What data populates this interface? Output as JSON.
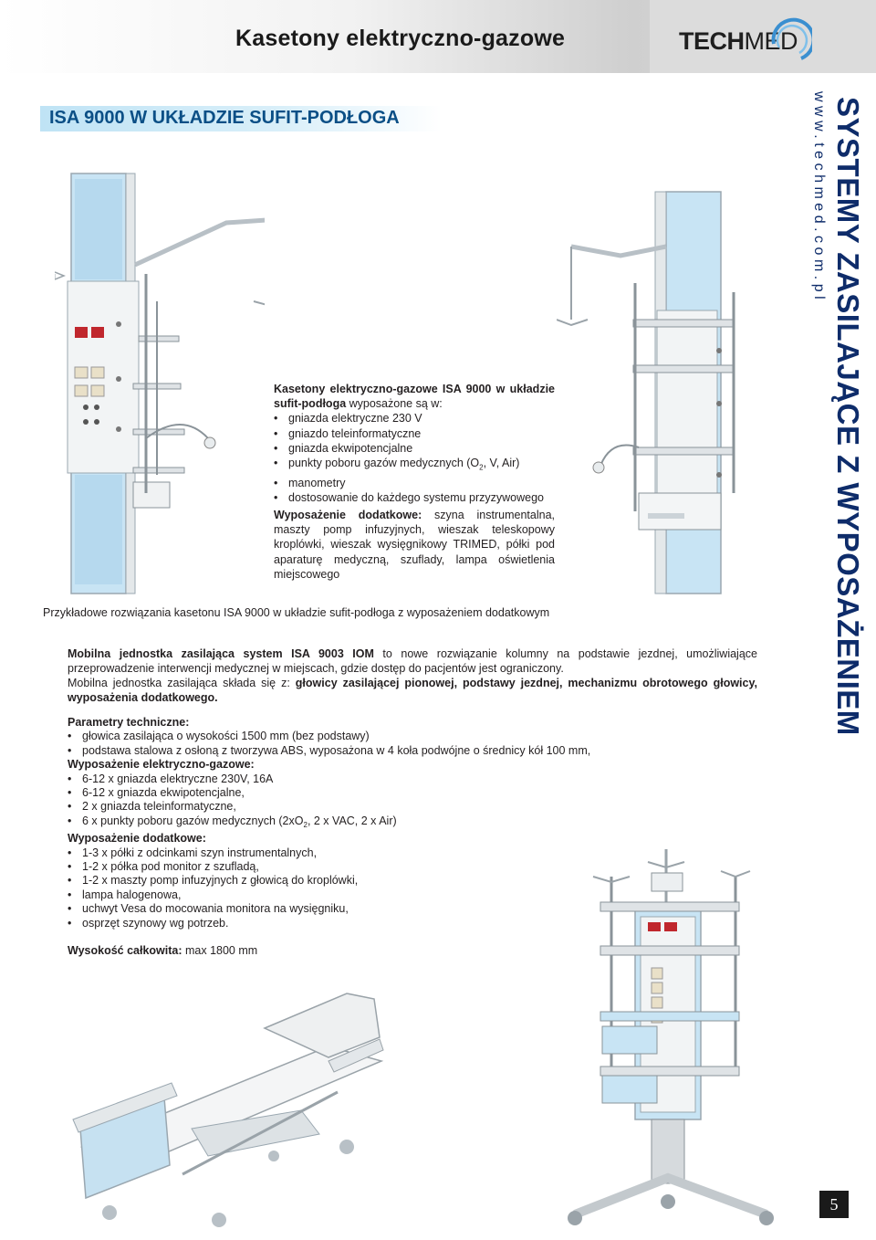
{
  "header": {
    "title": "Kasetony elektryczno-gazowe",
    "logo_bold": "TECH",
    "logo_light": "MED"
  },
  "section": {
    "title": "ISA 9000 W UKŁADZIE SUFIT-PODŁOGA"
  },
  "sidebar": {
    "vertical_title": "SYSTEMY ZASILAJĄCE Z WYPOSAŻENIEM",
    "url": "www.techmed.com.pl",
    "page_number": "5"
  },
  "intro": {
    "heading_bold": "Kasetony elektryczno-gazowe ISA 9000 w układzie sufit-podłoga",
    "heading_rest": " wyposażone są w:",
    "items": [
      "gniazda elektryczne 230 V",
      "gniazdo teleinformatyczne",
      "gniazda ekwipotencjalne",
      "punkty poboru gazów medycznych (O",
      "manometry",
      "dostosowanie do każdego systemu przyzywowego"
    ],
    "gas_sub": "2",
    "gas_rest": ", V, Air)"
  },
  "extra": {
    "label": "Wyposażenie dodatkowe:",
    "text": " szyna instrumentalna, maszty pomp infuzyjnych, wieszak teleskopowy kroplówki, wieszak wysięgnikowy TRIMED, półki pod aparaturę medyczną, szuflady, lampa oświetlenia miejscowego"
  },
  "caption": "Przykładowe rozwiązania kasetonu ISA 9000 w układzie sufit-podłoga z wyposażeniem dodatkowym",
  "mobile": {
    "p1_bold": "Mobilna jednostka zasilająca system ISA 9003 IOM",
    "p1_rest": " to nowe rozwiązanie kolumny na podstawie jezdnej, umożliwiające przeprowadzenie interwencji medycznej w miejscach, gdzie dostęp do pacjentów jest ograniczony.",
    "p2_start": "Mobilna jednostka zasilająca składa się z: ",
    "p2_bold": "głowicy zasilającej pionowej, podstawy jezdnej, mechanizmu obrotowego głowicy, wyposażenia dodatkowego."
  },
  "params": {
    "tech_label": "Parametry techniczne:",
    "tech_items": [
      "głowica zasilająca o wysokości 1500 mm (bez podstawy)",
      "podstawa stalowa z osłoną z tworzywa  ABS, wyposażona w 4 koła podwójne o średnicy kół 100 mm,"
    ],
    "elec_label": "Wyposażenie elektryczno-gazowe:",
    "elec_items": [
      "6-12 x gniazda elektryczne 230V, 16A",
      "6-12 x gniazda ekwipotencjalne,",
      "2 x gniazda teleinformatyczne,",
      "6 x punkty poboru gazów medycznych (2xO"
    ],
    "elec_sub": "2",
    "elec_rest": ", 2 x VAC, 2 x Air)",
    "add_label": "Wyposażenie dodatkowe:",
    "add_items": [
      "1-3 x półki z odcinkami szyn instrumentalnych,",
      "1-2 x półka pod monitor z szufladą,",
      "1-2 x maszty pomp infuzyjnych z głowicą do kroplówki,",
      "lampa halogenowa,",
      "uchwyt Vesa do mocowania monitora na wysięgniku,",
      "osprzęt szynowy wg potrzeb."
    ]
  },
  "height": {
    "label": "Wysokość całkowita:",
    "value": " max 1800 mm"
  }
}
